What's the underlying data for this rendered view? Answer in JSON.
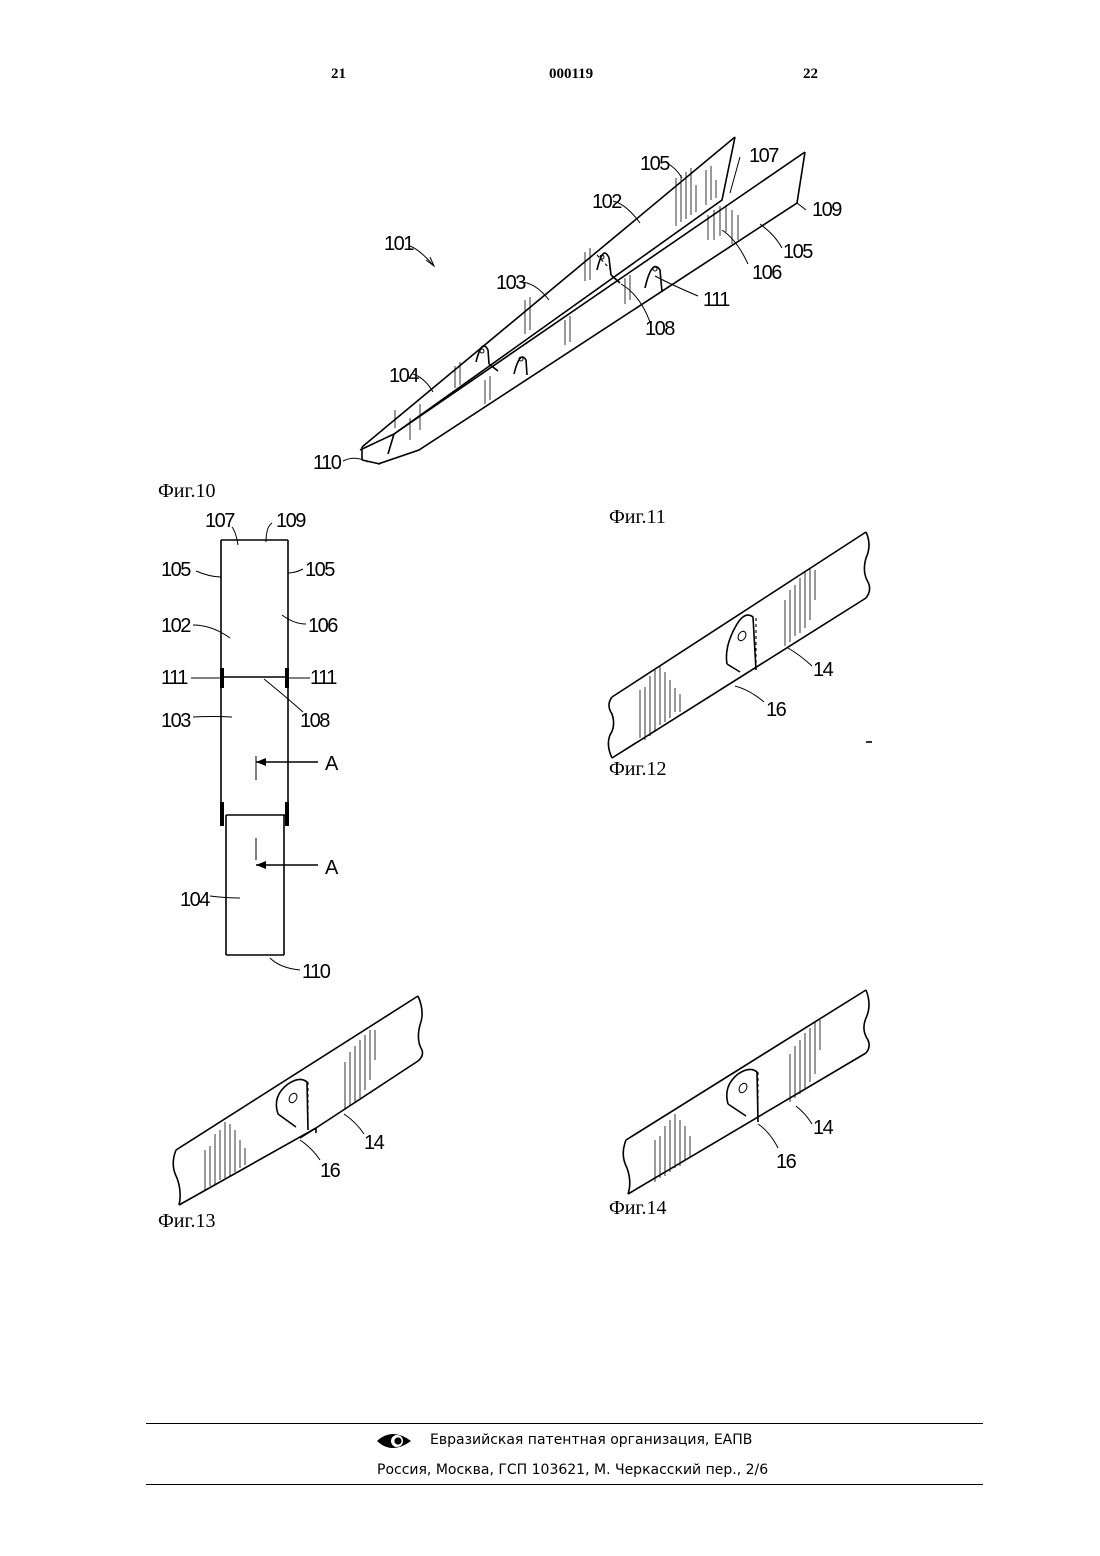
{
  "header": {
    "page_left": "21",
    "doc_number": "000119",
    "page_right": "22"
  },
  "figures": {
    "fig10": {
      "caption": "Фиг.10",
      "labels": [
        "101",
        "102",
        "103",
        "104",
        "105",
        "105",
        "106",
        "107",
        "108",
        "109",
        "110",
        "111"
      ]
    },
    "fig11": {
      "caption": "Фиг.11",
      "labels": [
        "107",
        "109",
        "105",
        "105",
        "102",
        "106",
        "111",
        "111",
        "103",
        "108",
        "A",
        "A",
        "104",
        "110"
      ]
    },
    "fig12": {
      "caption": "Фиг.12",
      "labels": [
        "14",
        "16"
      ]
    },
    "fig13": {
      "caption": "Фиг.13",
      "labels": [
        "14",
        "16"
      ]
    },
    "fig14": {
      "caption": "Фиг.14",
      "labels": [
        "14",
        "16"
      ]
    }
  },
  "footer": {
    "org": "Евразийская патентная организация, ЕАПВ",
    "address": "Россия, Москва, ГСП 103621, М. Черкасский пер., 2/6",
    "logo_icon": "eapo-eye-logo-icon"
  }
}
